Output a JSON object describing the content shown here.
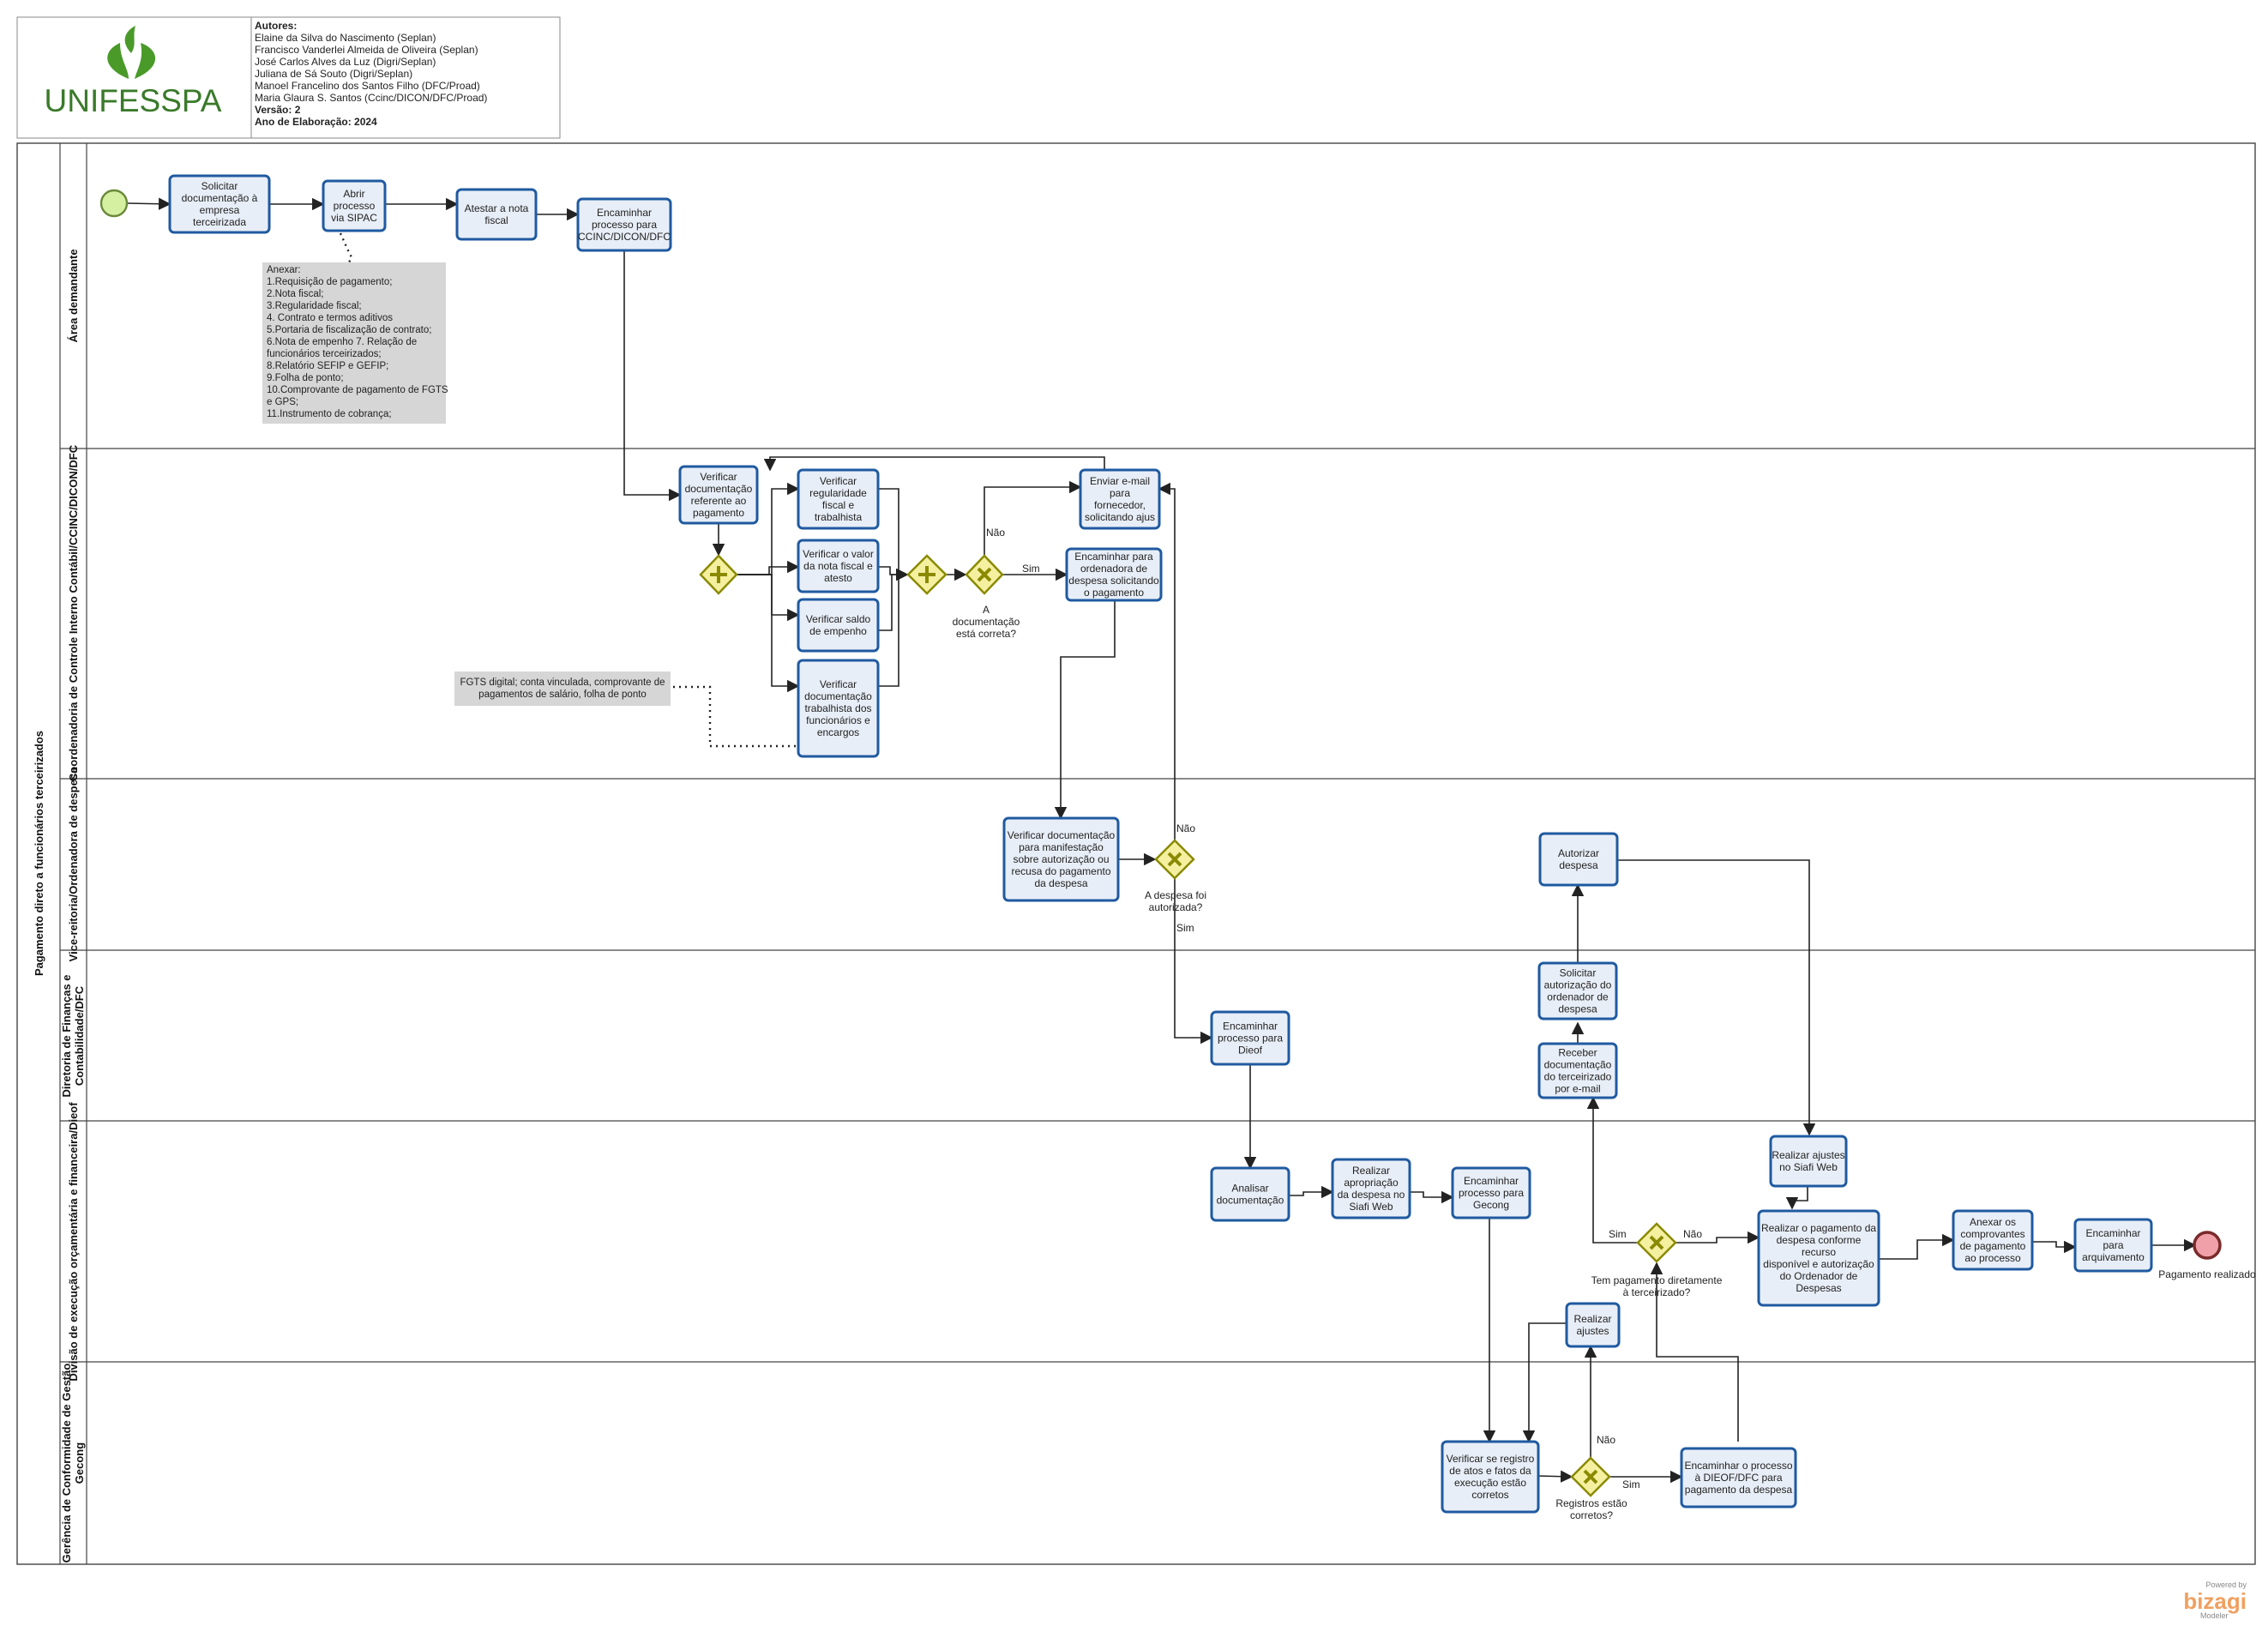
{
  "header": {
    "logo_text": "UNIFESSPA",
    "authors_title": "Autores:",
    "authors": [
      "Elaine da Silva do Nascimento (Seplan)",
      "Francisco Vanderlei Almeida de Oliveira (Seplan)",
      "José Carlos Alves da Luz (Digri/Seplan)",
      "Juliana de Sá Souto (Digri/Seplan)",
      "Manoel Francelino dos Santos Filho (DFC/Proad)",
      "Maria Glaura S. Santos (Ccinc/DICON/DFC/Proad)"
    ],
    "version": "Versão: 2",
    "year": "Ano de Elaboração: 2024"
  },
  "pool": {
    "title": "Pagamento direto a funcionários terceirizados"
  },
  "lanes": [
    {
      "title": "Área demandante"
    },
    {
      "title": "Coordenadoria de Controle Interno Contábil/CCINC/DICON/DFC"
    },
    {
      "title": "Vice-reitoria/Ordenadora de despesa"
    },
    {
      "title": [
        "Diretoria de Finanças e",
        "Contabilidade/DFC"
      ]
    },
    {
      "title": "Divisão de execução orçamentária e financeira/Dieof"
    },
    {
      "title": [
        "Gerência de Conformidade de Gestão",
        "Gecong"
      ]
    }
  ],
  "tasks": {
    "solicitar_doc": [
      "Solicitar",
      "documentação à",
      "empresa",
      "terceirizada"
    ],
    "abrir_processo": [
      "Abrir",
      "processo",
      "via SIPAC"
    ],
    "atestar_nota": [
      "Atestar a nota",
      "fiscal"
    ],
    "encaminhar_ccinc": [
      "Encaminhar",
      "processo para",
      "CCINC/DICON/DFC"
    ],
    "verificar_doc": [
      "Verificar",
      "documentação",
      "referente ao",
      "pagamento"
    ],
    "verificar_reg": [
      "Verificar",
      "regularidade",
      "fiscal e",
      "trabalhista"
    ],
    "verificar_valor": [
      "Verificar o valor",
      "da nota fiscal e",
      "atesto"
    ],
    "verificar_saldo": [
      "Verificar saldo",
      "de empenho"
    ],
    "verificar_trab": [
      "Verificar",
      "documentação",
      "trabalhista dos",
      "funcionários e",
      "encargos"
    ],
    "enviar_email": [
      "Enviar e-mail",
      "para",
      "fornecedor,",
      "solicitando ajus"
    ],
    "encaminhar_ordenadora": [
      "Encaminhar para",
      "ordenadora de",
      "despesa solicitando",
      "o pagamento"
    ],
    "verificar_manifest": [
      "Verificar documentação",
      "para manifestação",
      "sobre autorização ou",
      "recusa do pagamento",
      "da despesa"
    ],
    "autorizar": [
      "Autorizar",
      "despesa"
    ],
    "solicitar_aut": [
      "Solicitar",
      "autorização do",
      "ordenador de",
      "despesa"
    ],
    "receber_doc": [
      "Receber",
      "documentação",
      "do terceirizado",
      "por e-mail"
    ],
    "encaminhar_dieof": [
      "Encaminhar",
      "processo para",
      "Dieof"
    ],
    "analisar": [
      "Analisar",
      "documentação"
    ],
    "realizar_aprop": [
      "Realizar",
      "apropriação",
      "da  despesa no",
      "Siafi Web"
    ],
    "encaminhar_gecong": [
      "Encaminhar",
      "processo para",
      "Gecong"
    ],
    "realizar_ajustes_siafi": [
      "Realizar ajustes",
      "no Siafi Web"
    ],
    "realizar_pagamento": [
      "Realizar o pagamento da",
      "despesa conforme",
      "recurso",
      "disponível e autorização",
      "do Ordenador de",
      "Despesas"
    ],
    "anexar": [
      "Anexar os",
      "comprovantes",
      "de pagamento",
      "ao processo"
    ],
    "encaminhar_arquivo": [
      "Encaminhar",
      "para",
      "arquivamento"
    ],
    "realizar_ajustes": [
      "Realizar",
      "ajustes"
    ],
    "verificar_registro": [
      "Verificar se registro",
      "de atos e fatos da",
      "execução estão",
      "corretos"
    ],
    "encaminhar_dieof_dfc": [
      "Encaminhar o processo",
      "à DIEOF/DFC para",
      "pagamento da despesa"
    ]
  },
  "gateways": {
    "doc_correta": [
      "A",
      "documentação",
      "está correta?"
    ],
    "despesa_autorizada": [
      "A despesa foi",
      "autorizada?"
    ],
    "pagamento_direto": [
      "Tem pagamento diretamente",
      "à terceirizado?"
    ],
    "registros": [
      "Registros estão",
      "corretos?"
    ]
  },
  "flow_labels": {
    "nao": "Não",
    "sim": "Sim"
  },
  "end_event": "Pagamento realizado",
  "annotations": {
    "anexos": [
      "Anexar:",
      "1.Requisição de pagamento;",
      "2.Nota fiscal;",
      "3.Regularidade fiscal;",
      "4. Contrato e termos aditivos",
      "5.Portaria de fiscalização de contrato;",
      "6.Nota de empenho 7. Relação de",
      "funcionários terceirizados;",
      "8.Relatório SEFIP e GEFIP;",
      "9.Folha de ponto;",
      "10.Comprovante de pagamento de FGTS",
      "e GPS;",
      "11.Instrumento de cobrança;"
    ],
    "fgts": [
      "FGTS digital; conta vinculada, comprovante de",
      "pagamentos de salário, folha de ponto"
    ]
  },
  "watermark": {
    "powered": "Powered by",
    "brand": "bizagi",
    "product": "Modeler"
  },
  "colors": {
    "task_fill": "#e8eef7",
    "task_stroke": "#1f5aa0",
    "gateway_fill": "#f5f0a0",
    "start_fill": "#d4f0a0",
    "end_fill": "#f0a0a8",
    "logo_green": "#4a9a2a",
    "logo_text": "#3a7a2a",
    "bizagi": "#f0a060"
  }
}
